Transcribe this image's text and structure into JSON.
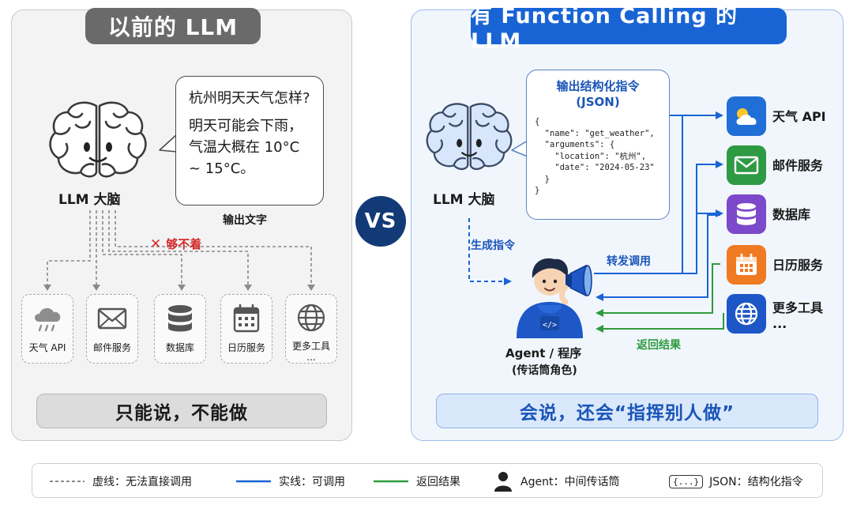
{
  "left": {
    "title": "以前的 LLM",
    "brain_label": "LLM 大脑",
    "speech_question": "杭州明天天气怎样?",
    "speech_answer": "明天可能会下雨，气温大概在 10°C ~ 15°C。",
    "output_text_label": "输出文字",
    "cannot_reach": "够不着",
    "tools": [
      {
        "label": "天气 API",
        "icon": "cloud-rain-icon"
      },
      {
        "label": "邮件服务",
        "icon": "mail-icon"
      },
      {
        "label": "数据库",
        "icon": "database-icon"
      },
      {
        "label": "日历服务",
        "icon": "calendar-icon"
      },
      {
        "label": "更多工具",
        "extra": "...",
        "icon": "globe-icon"
      }
    ],
    "bottom": "只能说，不能做"
  },
  "vs": "VS",
  "right": {
    "title": "有 Function Calling 的 LLM",
    "brain_label": "LLM 大脑",
    "json_title_1": "输出结构化指令",
    "json_title_2": "(JSON)",
    "json_code": "{\n  \"name\": \"get_weather\",\n  \"arguments\": {\n    \"location\": \"杭州\",\n    \"date\": \"2024-05-23\"\n  }\n}",
    "gen_command": "生成指令",
    "forward_call": "转发调用",
    "return_result": "返回结果",
    "agent_label": "Agent / 程序",
    "agent_sub": "(传话筒角色)",
    "services": [
      {
        "label": "天气 API",
        "color": "#1f6fd6",
        "icon": "weather-icon"
      },
      {
        "label": "邮件服务",
        "color": "#2f9a44",
        "icon": "mail-icon"
      },
      {
        "label": "数据库",
        "color": "#7b49c9",
        "icon": "database-icon"
      },
      {
        "label": "日历服务",
        "color": "#ef7a22",
        "icon": "calendar-icon"
      },
      {
        "label": "更多工具",
        "extra": "...",
        "color": "#1d57c7",
        "icon": "globe-icon"
      }
    ],
    "bottom": "会说，还会“指挥别人做”"
  },
  "legend": {
    "dashed": "虚线：无法直接调用",
    "solid": "实线：可调用",
    "green": "返回结果",
    "agent": "Agent：中间传话筒",
    "json_badge": "{...}",
    "json": "JSON：结构化指令"
  },
  "colors": {
    "blue": "#1864d4",
    "green": "#2e9a3f",
    "red": "#d62b2b",
    "gray": "#6a6a6a"
  }
}
